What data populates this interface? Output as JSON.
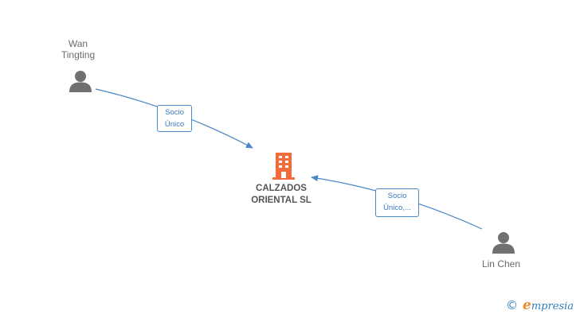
{
  "nodes": {
    "person_1": {
      "name": "Wan\nTingting",
      "icon": "person-icon"
    },
    "person_2": {
      "name": "Lin Chen",
      "icon": "person-icon"
    },
    "company": {
      "name": "CALZADOS\nORIENTAL SL",
      "icon": "building-icon"
    }
  },
  "edges": [
    {
      "from": "person_1",
      "to": "company",
      "label": "Socio\nÚnico"
    },
    {
      "from": "person_2",
      "to": "company",
      "label": "Socio\nÚnico,..."
    }
  ],
  "colors": {
    "edge": "#4a86c8",
    "person": "#707070",
    "company": "#f26b3a",
    "brand_blue": "#2f7fc1",
    "brand_orange": "#f08a24"
  },
  "footer": {
    "copyright_symbol": "©",
    "brand_initial": "e",
    "brand_rest": "mpresia"
  }
}
